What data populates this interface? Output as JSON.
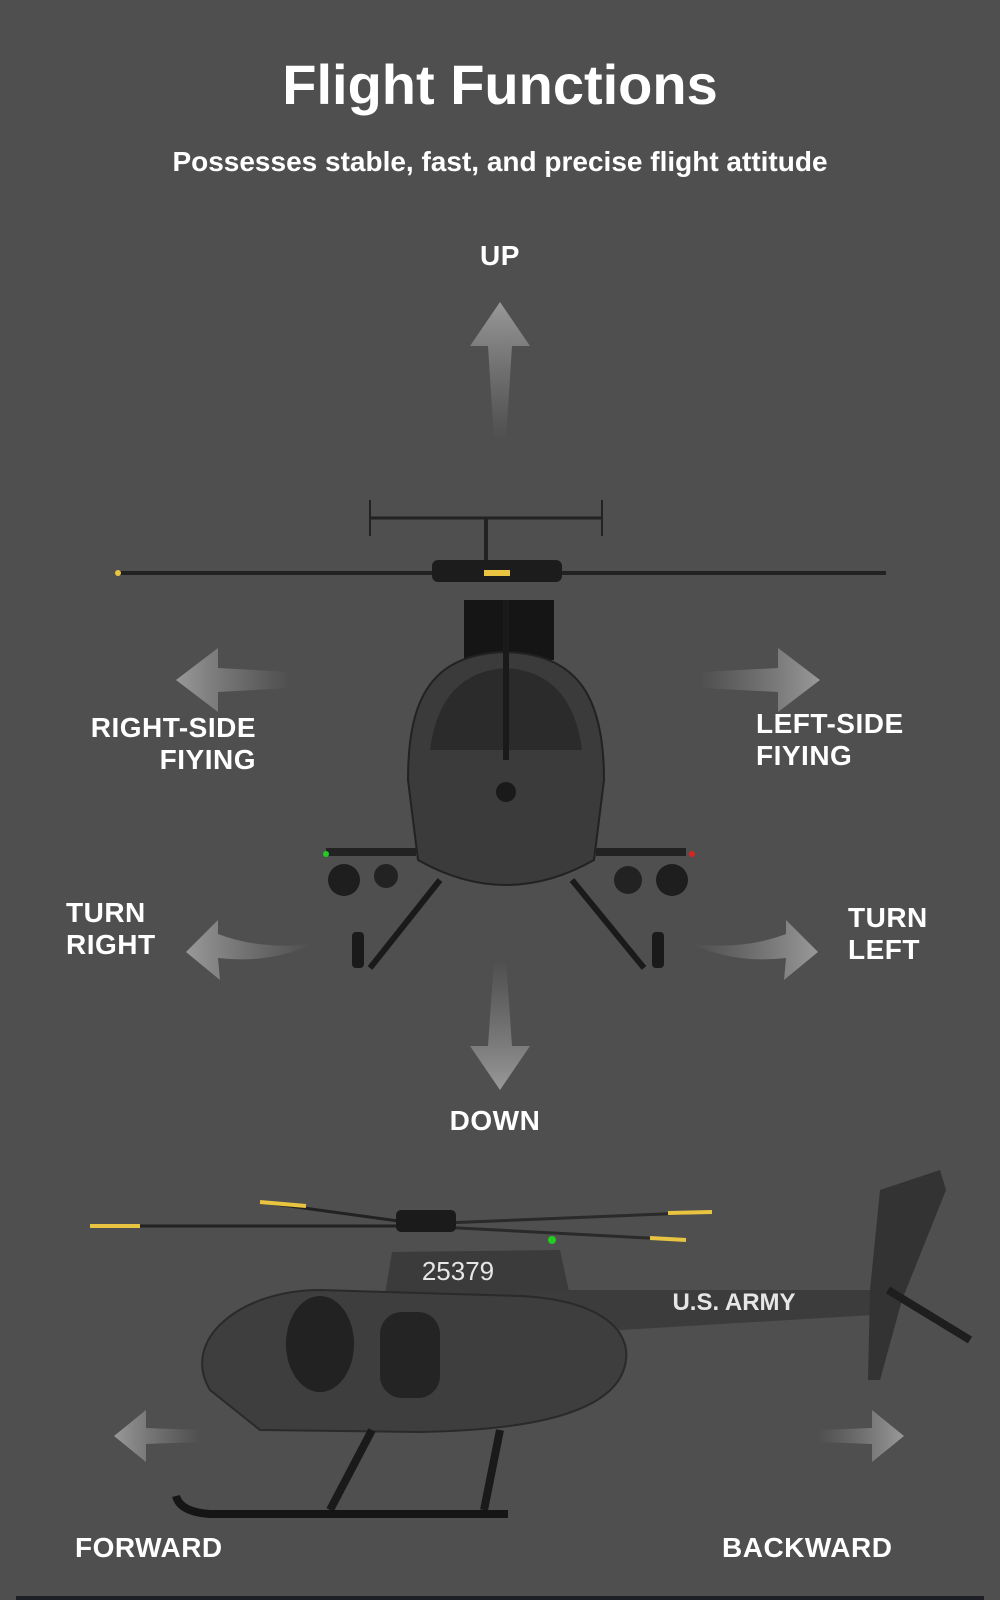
{
  "header": {
    "title": "Flight Functions",
    "subtitle": "Possesses stable, fast, and precise flight attitude"
  },
  "labels": {
    "up": "UP",
    "down": "DOWN",
    "right_side": [
      "RIGHT-SIDE",
      "FIYING"
    ],
    "left_side": [
      "LEFT-SIDE",
      "FIYING"
    ],
    "turn_right": [
      "TURN",
      "RIGHT"
    ],
    "turn_left": [
      "TURN",
      "LEFT"
    ],
    "forward": "FORWARD",
    "backward": "BACKWARD"
  },
  "helicopter": {
    "tail_number": "25379",
    "marking": "U.S. ARMY"
  },
  "colors": {
    "background": "#4f4f4f",
    "text": "#ffffff",
    "arrow": "#8a8a8a",
    "blade_tip": "#e8c440"
  }
}
